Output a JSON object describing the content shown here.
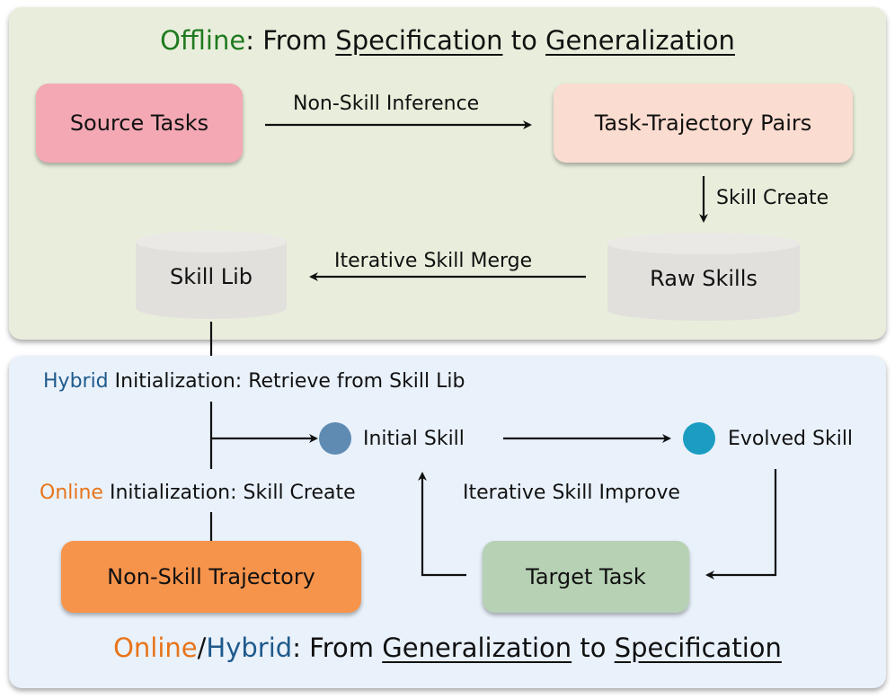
{
  "offline": {
    "title": {
      "word1": "Offline",
      "sep": ": From ",
      "word2": "Specification",
      "mid": " to ",
      "word3": "Generalization"
    },
    "source_tasks": "Source Tasks",
    "pairs": "Task-Trajectory Pairs",
    "non_skill_inference": "Non-Skill Inference",
    "skill_create": "Skill Create",
    "raw_skills": "Raw Skills",
    "skill_lib": "Skill Lib",
    "iterative_merge": "Iterative Skill Merge"
  },
  "online": {
    "hybrid_word": "Hybrid",
    "hybrid_rest": " Initialization:  Retrieve from Skill Lib",
    "online_word": "Online",
    "online_rest": " Initialization: Skill Create",
    "initial_skill": "Initial Skill",
    "evolved_skill": "Evolved Skill",
    "iterative_improve": "Iterative Skill Improve",
    "non_skill_traj": "Non-Skill Trajectory",
    "target_task": "Target Task",
    "title": {
      "word1": "Online",
      "slash": "/",
      "word2": "Hybrid",
      "sep": ": From ",
      "word3": "Generalization",
      "mid": " to ",
      "word4": "Specification"
    }
  },
  "colors": {
    "offline_green": "#1f7a1f",
    "online_orange": "#e8741a",
    "hybrid_blue": "#1e5a8c",
    "source_tasks_fill": "#f3a8b4",
    "pairs_fill": "#fbdcd0",
    "cylinder_fill": "#e2e0dc",
    "non_skill_traj_fill": "#f7944c",
    "target_task_fill": "#b7d1b5",
    "initial_dot": "#5f8bb2",
    "evolved_dot": "#1b9dc2"
  }
}
